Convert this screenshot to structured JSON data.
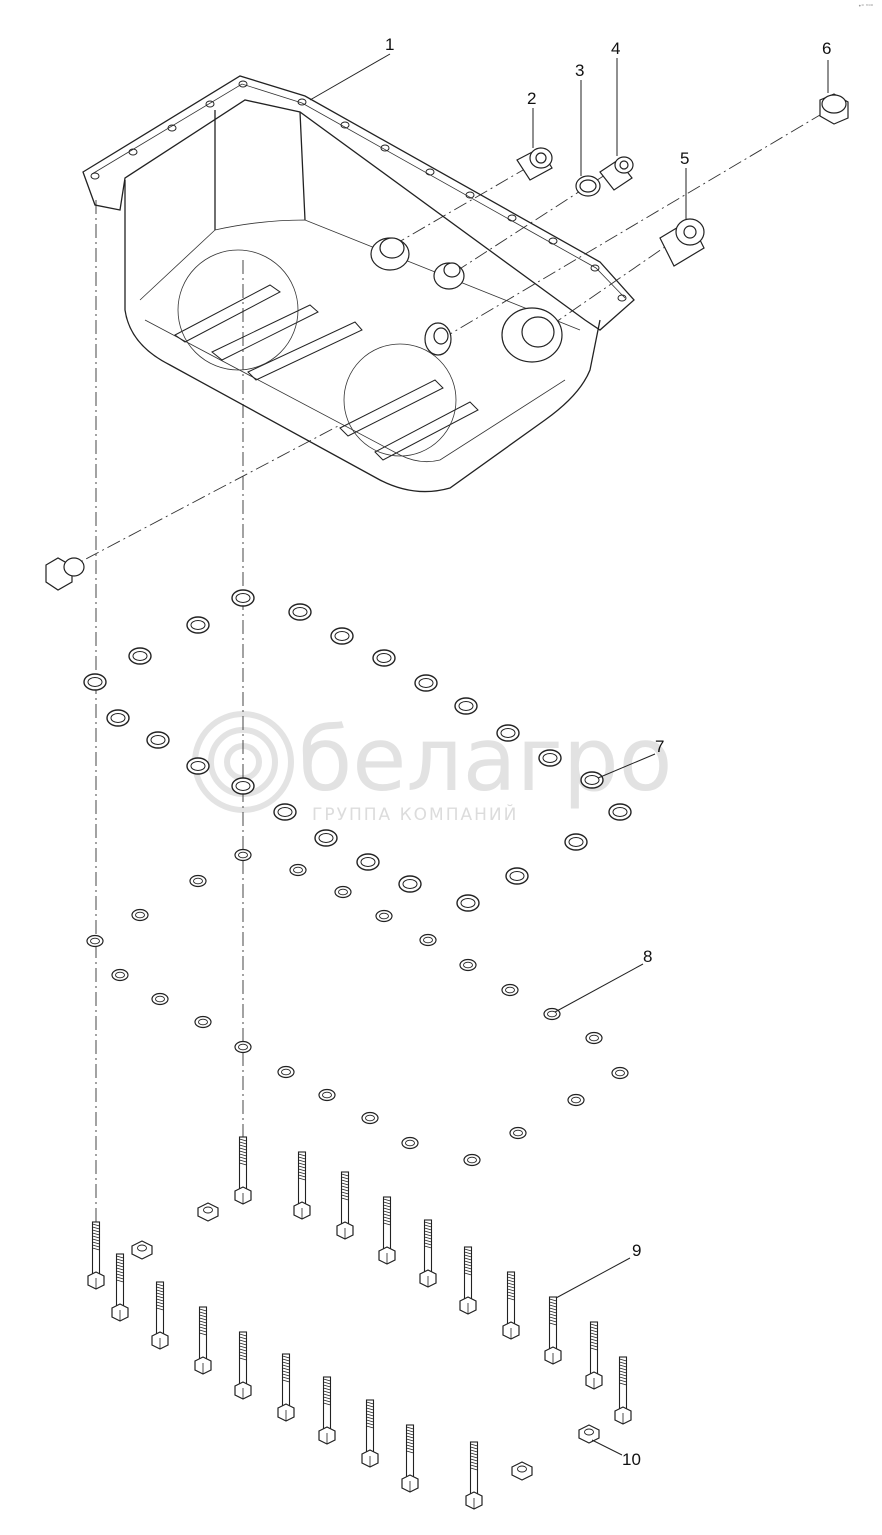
{
  "watermark": {
    "brand": "белагро",
    "tagline": "ГРУППА КОМПАНИЙ"
  },
  "corner_mark": "•ᵒ ⁿᵒᵒ",
  "callouts": [
    {
      "id": "1",
      "label": "1"
    },
    {
      "id": "2",
      "label": "2"
    },
    {
      "id": "3",
      "label": "3"
    },
    {
      "id": "4",
      "label": "4"
    },
    {
      "id": "5",
      "label": "5"
    },
    {
      "id": "6",
      "label": "6"
    },
    {
      "id": "7",
      "label": "7"
    },
    {
      "id": "8",
      "label": "8"
    },
    {
      "id": "9",
      "label": "9"
    },
    {
      "id": "10",
      "label": "10"
    }
  ],
  "parts": {
    "oil_pan": "oil-pan",
    "drain_plugs": "hex-plug",
    "washers": "flat-washer",
    "spring_washers": "lock-washer",
    "bolts": "hex-bolt",
    "nuts": "hex-nut"
  }
}
